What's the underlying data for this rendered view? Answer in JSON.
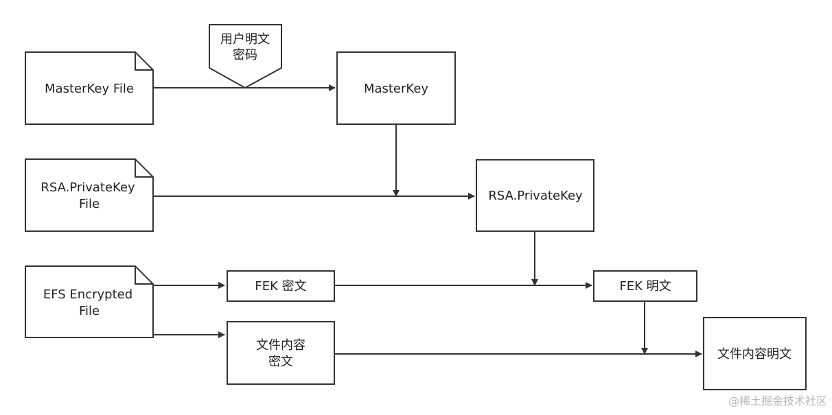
{
  "nodes": {
    "masterkey_file": {
      "label": "MasterKey File"
    },
    "password": {
      "lines": [
        "用户明文",
        "密码"
      ]
    },
    "masterkey": {
      "label": "MasterKey"
    },
    "rsa_file": {
      "lines": [
        "RSA.PrivateKey",
        "File"
      ]
    },
    "rsa_key": {
      "label": "RSA.PrivateKey"
    },
    "efs_file": {
      "lines": [
        "EFS Encrypted",
        "File"
      ]
    },
    "fek_cipher": {
      "label": "FEK 密文"
    },
    "fek_plain": {
      "label": "FEK 明文"
    },
    "content_cipher": {
      "lines": [
        "文件内容",
        "密文"
      ]
    },
    "content_plain": {
      "label": "文件内容明文"
    }
  },
  "watermark": "@稀土掘金技术社区",
  "colors": {
    "stroke": "#333333",
    "text": "#222222",
    "watermark": "#b8b8b8",
    "background": "#ffffff"
  }
}
